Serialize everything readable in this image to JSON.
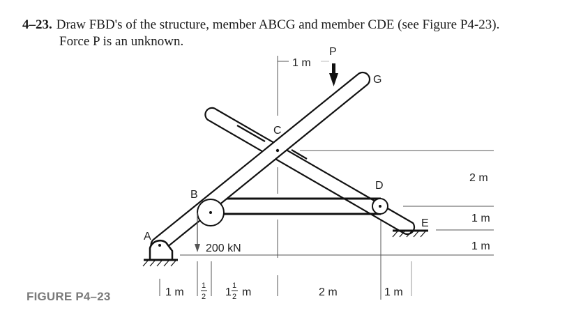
{
  "problem": {
    "number": "4–23.",
    "line1": "Draw FBD's of the structure, member ABCG and member CDE (see Figure P4-23).",
    "line2": "Force P is an unknown."
  },
  "figure": {
    "caption": "FIGURE P4–23",
    "points": {
      "A": "A",
      "B": "B",
      "C": "C",
      "D": "D",
      "E": "E",
      "G": "G"
    },
    "force_label": "P",
    "load_label": "200 kN",
    "horizontal_dims": {
      "top": "1 m",
      "bottom": [
        "1 m",
        "1/2",
        "1½ m",
        "2 m",
        "1 m"
      ],
      "half_num": "1",
      "half_den": "2",
      "one_and_half_whole": "1",
      "unit": "m"
    },
    "vertical_dims": [
      "2 m",
      "1 m",
      "1 m"
    ]
  }
}
